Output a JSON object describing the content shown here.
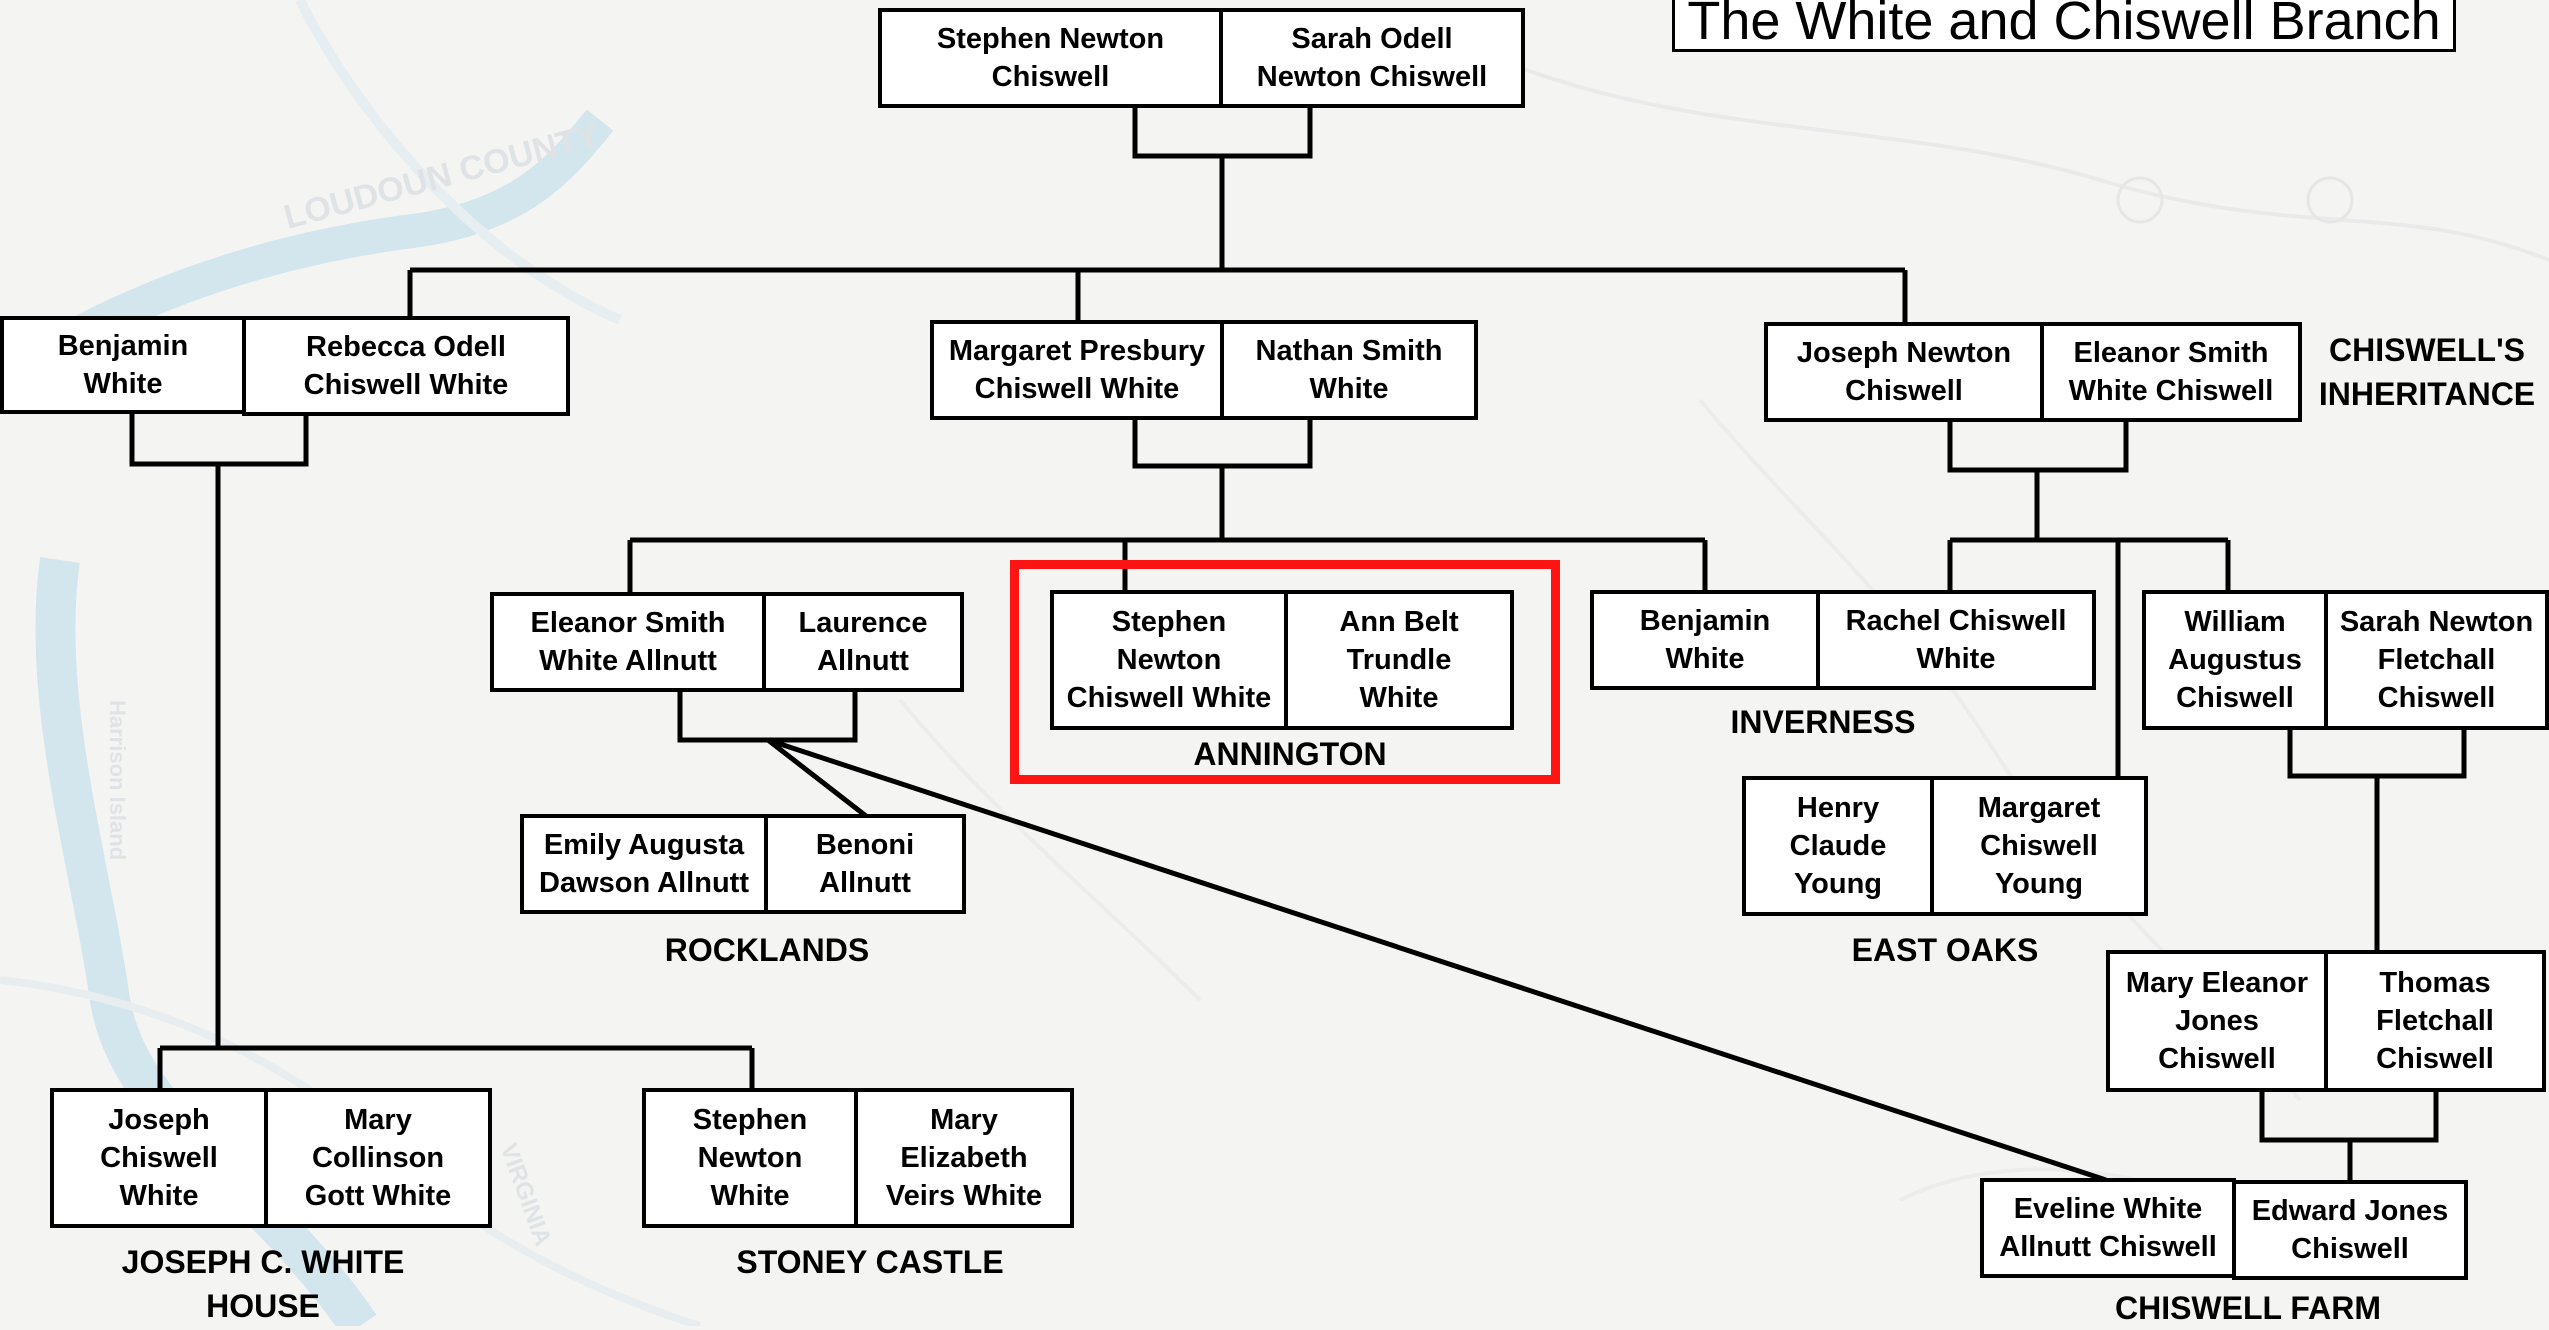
{
  "title": "The White and Chiswell Branch",
  "people": {
    "stephen_newton_chiswell": "Stephen Newton\nChiswell",
    "sarah_odell_newton_chiswell": "Sarah Odell\nNewton Chiswell",
    "benjamin_white_sr": "Benjamin\nWhite",
    "rebecca_odell_chiswell_white": "Rebecca Odell\nChiswell White",
    "margaret_presbury_chiswell_white": "Margaret Presbury\nChiswell White",
    "nathan_smith_white": "Nathan Smith\nWhite",
    "joseph_newton_chiswell": "Joseph Newton\nChiswell",
    "eleanor_smith_white_chiswell": "Eleanor Smith\nWhite Chiswell",
    "eleanor_smith_white_allnutt": "Eleanor Smith\nWhite Allnutt",
    "laurence_allnutt": "Laurence\nAllnutt",
    "stephen_newton_chiswell_white": "Stephen\nNewton\nChiswell White",
    "ann_belt_trundle_white": "Ann Belt\nTrundle\nWhite",
    "benjamin_white_jr": "Benjamin\nWhite",
    "rachel_chiswell_white": "Rachel Chiswell\nWhite",
    "william_augustus_chiswell": "William\nAugustus\nChiswell",
    "sarah_newton_fletchall_chiswell": "Sarah Newton\nFletchall\nChiswell",
    "emily_augusta_dawson_allnutt": "Emily Augusta\nDawson Allnutt",
    "benoni_allnutt": "Benoni\nAllnutt",
    "henry_claude_young": "Henry\nClaude\nYoung",
    "margaret_chiswell_young": "Margaret\nChiswell\nYoung",
    "mary_eleanor_jones_chiswell": "Mary Eleanor\nJones\nChiswell",
    "thomas_fletchall_chiswell": "Thomas\nFletchall\nChiswell",
    "joseph_chiswell_white": "Joseph\nChiswell\nWhite",
    "mary_collinson_gott_white": "Mary\nCollinson\nGott White",
    "stephen_newton_white": "Stephen\nNewton\nWhite",
    "mary_elizabeth_veirs_white": "Mary\nElizabeth\nVeirs White",
    "eveline_white_allnutt_chiswell": "Eveline White\nAllnutt Chiswell",
    "edward_jones_chiswell": "Edward Jones\nChiswell"
  },
  "estates": {
    "chiswells_inheritance": "CHISWELL'S\nINHERITANCE",
    "annington": "ANNINGTON",
    "inverness": "INVERNESS",
    "rocklands": "ROCKLANDS",
    "east_oaks": "EAST OAKS",
    "joseph_c_white_house": "JOSEPH C. WHITE\nHOUSE",
    "stoney_castle": "STONEY CASTLE",
    "chiswell_farm": "CHISWELL FARM"
  },
  "map_labels": {
    "loudoun_county": "LOUDOUN COUNTY",
    "virginia": "VIRGINIA",
    "harrison_island": "Harrison Island"
  },
  "colors": {
    "line": "#000000",
    "highlight": "#ff1414",
    "river": "#cfe4ec",
    "map_label": "#dfe3e6"
  }
}
